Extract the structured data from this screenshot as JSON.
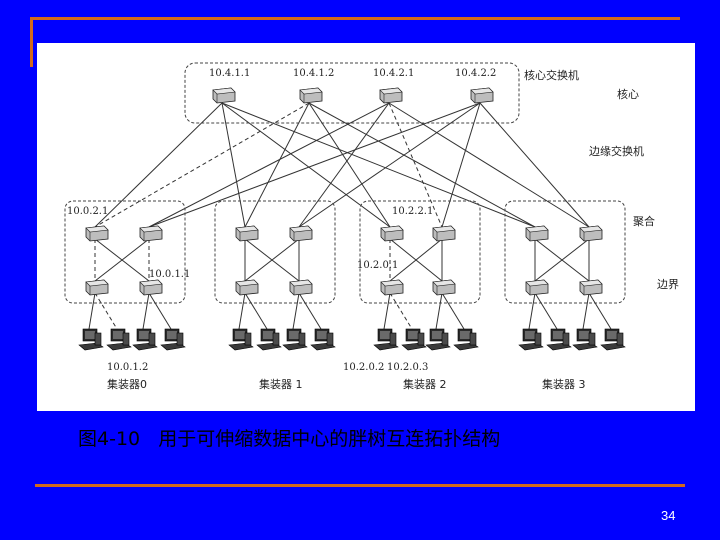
{
  "caption": "图4-10   用于可伸缩数据中心的胖树互连拓扑结构",
  "page_number": "34",
  "colors": {
    "background": "#0000ff",
    "accent_rule": "#d2691e",
    "figure_bg": "#ffffff"
  },
  "diagram": {
    "core_ips": [
      "10.4.1.1",
      "10.4.1.2",
      "10.4.2.1",
      "10.4.2.2"
    ],
    "core_switch_label": "核心交换机",
    "core_layer_label": "核心",
    "edge_switch_label": "边缘交换机",
    "aggregation_label": "聚合",
    "edge_label": "边界",
    "pod_labels": [
      "集装器0",
      "集装器 1",
      "集装器 2",
      "集装器 3"
    ],
    "pod0_top_ip": "10.0.2.1",
    "pod0_bottom_ip": "10.0.1.1",
    "pod0_host_ip": "10.0.1.2",
    "pod2_top_ip": "10.2.2.1",
    "pod2_bottom_ip": "10.2.0.1",
    "pod2_host_ips": [
      "10.2.0.2",
      "10.2.0.3"
    ]
  }
}
